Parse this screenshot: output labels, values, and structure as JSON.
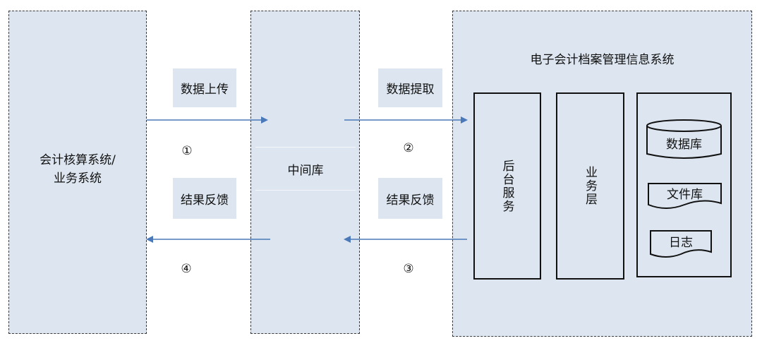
{
  "left_system": {
    "label_line1": "会计核算系统/",
    "label_line2": "业务系统"
  },
  "middle": {
    "label": "中间库"
  },
  "right_system": {
    "title": "电子会计档案管理信息系统",
    "backend": "后台服务",
    "business": "业务层",
    "storage": {
      "database": "数据库",
      "file_store": "文件库",
      "log": "日志"
    }
  },
  "flows": {
    "upload": "数据上传",
    "extract": "数据提取",
    "feedback_left": "结果反馈",
    "feedback_right": "结果反馈",
    "step1": "①",
    "step2": "②",
    "step3": "③",
    "step4": "④"
  },
  "colors": {
    "panel": "#dde6f0",
    "arrow": "#4a78b8",
    "border": "#3a3a3a"
  }
}
